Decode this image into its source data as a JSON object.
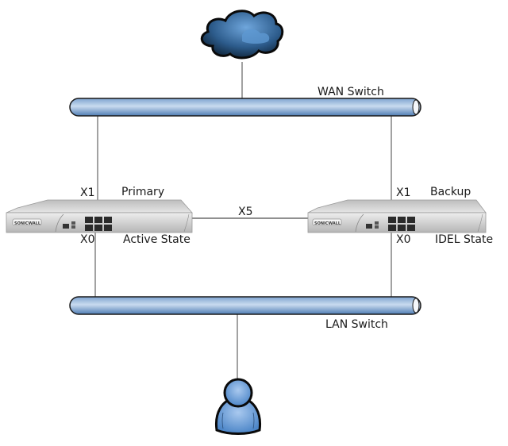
{
  "diagram": {
    "title": "SonicWall High Availability Topology",
    "nodes": {
      "internet": {
        "label": "",
        "icon": "cloud-icon"
      },
      "wan_switch": {
        "label": "WAN Switch"
      },
      "lan_switch": {
        "label": "LAN Switch"
      },
      "primary": {
        "label": "Primary",
        "state": "Active State",
        "wan_port": "X1",
        "lan_port": "X0",
        "brand": "SONICWALL"
      },
      "backup": {
        "label": "Backup",
        "state": "IDEL State",
        "wan_port": "X1",
        "lan_port": "X0",
        "brand": "SONICWALL"
      },
      "user": {
        "label": "",
        "icon": "user-icon"
      }
    },
    "links": [
      {
        "from": "internet",
        "to": "wan_switch",
        "label": ""
      },
      {
        "from": "wan_switch",
        "to": "primary",
        "label": "X1"
      },
      {
        "from": "wan_switch",
        "to": "backup",
        "label": "X1"
      },
      {
        "from": "primary",
        "to": "backup",
        "label": "X5"
      },
      {
        "from": "primary",
        "to": "lan_switch",
        "label": "X0"
      },
      {
        "from": "backup",
        "to": "lan_switch",
        "label": "X0"
      },
      {
        "from": "lan_switch",
        "to": "user",
        "label": ""
      }
    ],
    "colors": {
      "pipe_light": "#c9dbef",
      "pipe_dark": "#5f88bd",
      "cloud_dark": "#0e2236",
      "cloud_light": "#4b86c4",
      "user_fill": "#5b93d3",
      "device_body": "#d9d9d9"
    }
  }
}
